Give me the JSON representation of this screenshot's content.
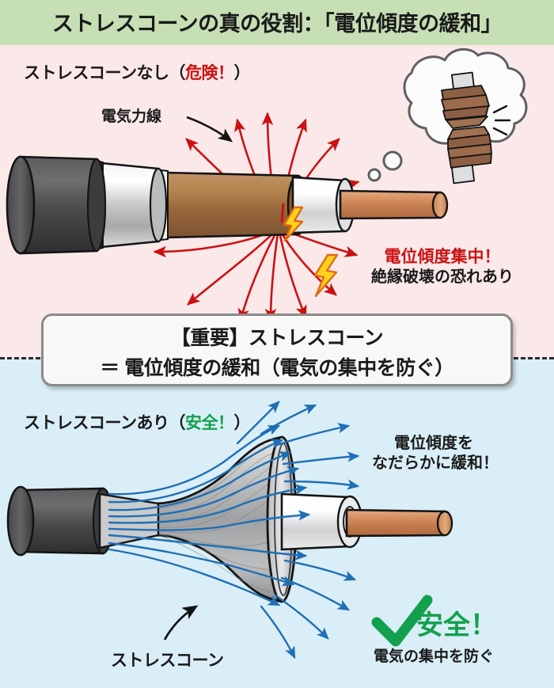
{
  "header": {
    "title": "ストレスコーンの真の役割：「電位傾度の緩和」",
    "bg_color": "#c6dfb4"
  },
  "panels": {
    "danger": {
      "bg_color": "#fbe9ea",
      "label_prefix": "ストレスコーンなし（",
      "label_accent": "危険！",
      "label_suffix": "）",
      "field_line_label": "電気力線",
      "warning_line1": "電位傾度集中！",
      "warning_line2": "絶縁破壊の恐れあり",
      "accent_color": "#cc1111",
      "field_line_color": "#cc1111",
      "thought_bubble": "broken-insulator"
    },
    "safe": {
      "bg_color": "#d9eef6",
      "label_prefix": "ストレスコーンあり（",
      "label_accent": "安全！",
      "label_suffix": "）",
      "relief_line1": "電位傾度を",
      "relief_line2": "なだらかに緩和！",
      "stress_cone_label": "ストレスコーン",
      "safe_word": "安全！",
      "safe_sub": "電気の集中を防ぐ",
      "accent_color": "#13a04d",
      "field_line_color": "#1f6fb5"
    }
  },
  "callout": {
    "line1": "【重要】ストレスコーン",
    "line2": "＝ 電位傾度の緩和（電気の集中を防ぐ）",
    "border_color": "#8a8a8a",
    "bg_color": "#f8f8f6"
  },
  "divider": {
    "style": "dashed",
    "color": "#2b2b2b"
  },
  "chart_data": {
    "type": "diagram",
    "title": "ストレスコーンの真の役割：「電位傾度の緩和」",
    "comparison": [
      {
        "case": "ストレスコーンなし（危険！）",
        "field_lines": "concentrated",
        "field_line_color": "#cc1111",
        "outcome": "電位傾度集中！絶縁破壊の恐れあり",
        "hazard_markers": [
          "lightning-bolt",
          "lightning-bolt"
        ],
        "cable_layers": [
          {
            "name": "外部シース",
            "color": "#4a4a4c"
          },
          {
            "name": "遮へい層",
            "color": "#d0d2d4"
          },
          {
            "name": "絶縁体",
            "color": "#a8764a"
          },
          {
            "name": "内部半導電層",
            "color": "#e8e8e8"
          },
          {
            "name": "導体",
            "color": "#cf8455"
          }
        ]
      },
      {
        "case": "ストレスコーンあり（安全！）",
        "field_lines": "distributed",
        "field_line_color": "#1f6fb5",
        "outcome": "電位傾度をなだらかに緩和！ 安全！ 電気の集中を防ぐ",
        "hazard_markers": [],
        "cable_layers": [
          {
            "name": "外部シース",
            "color": "#4a4a4c"
          },
          {
            "name": "ストレスコーン",
            "color": "#bfc1c3"
          },
          {
            "name": "絶縁体",
            "color": "#e8e8e8"
          },
          {
            "name": "導体",
            "color": "#cf8455"
          }
        ]
      }
    ]
  }
}
